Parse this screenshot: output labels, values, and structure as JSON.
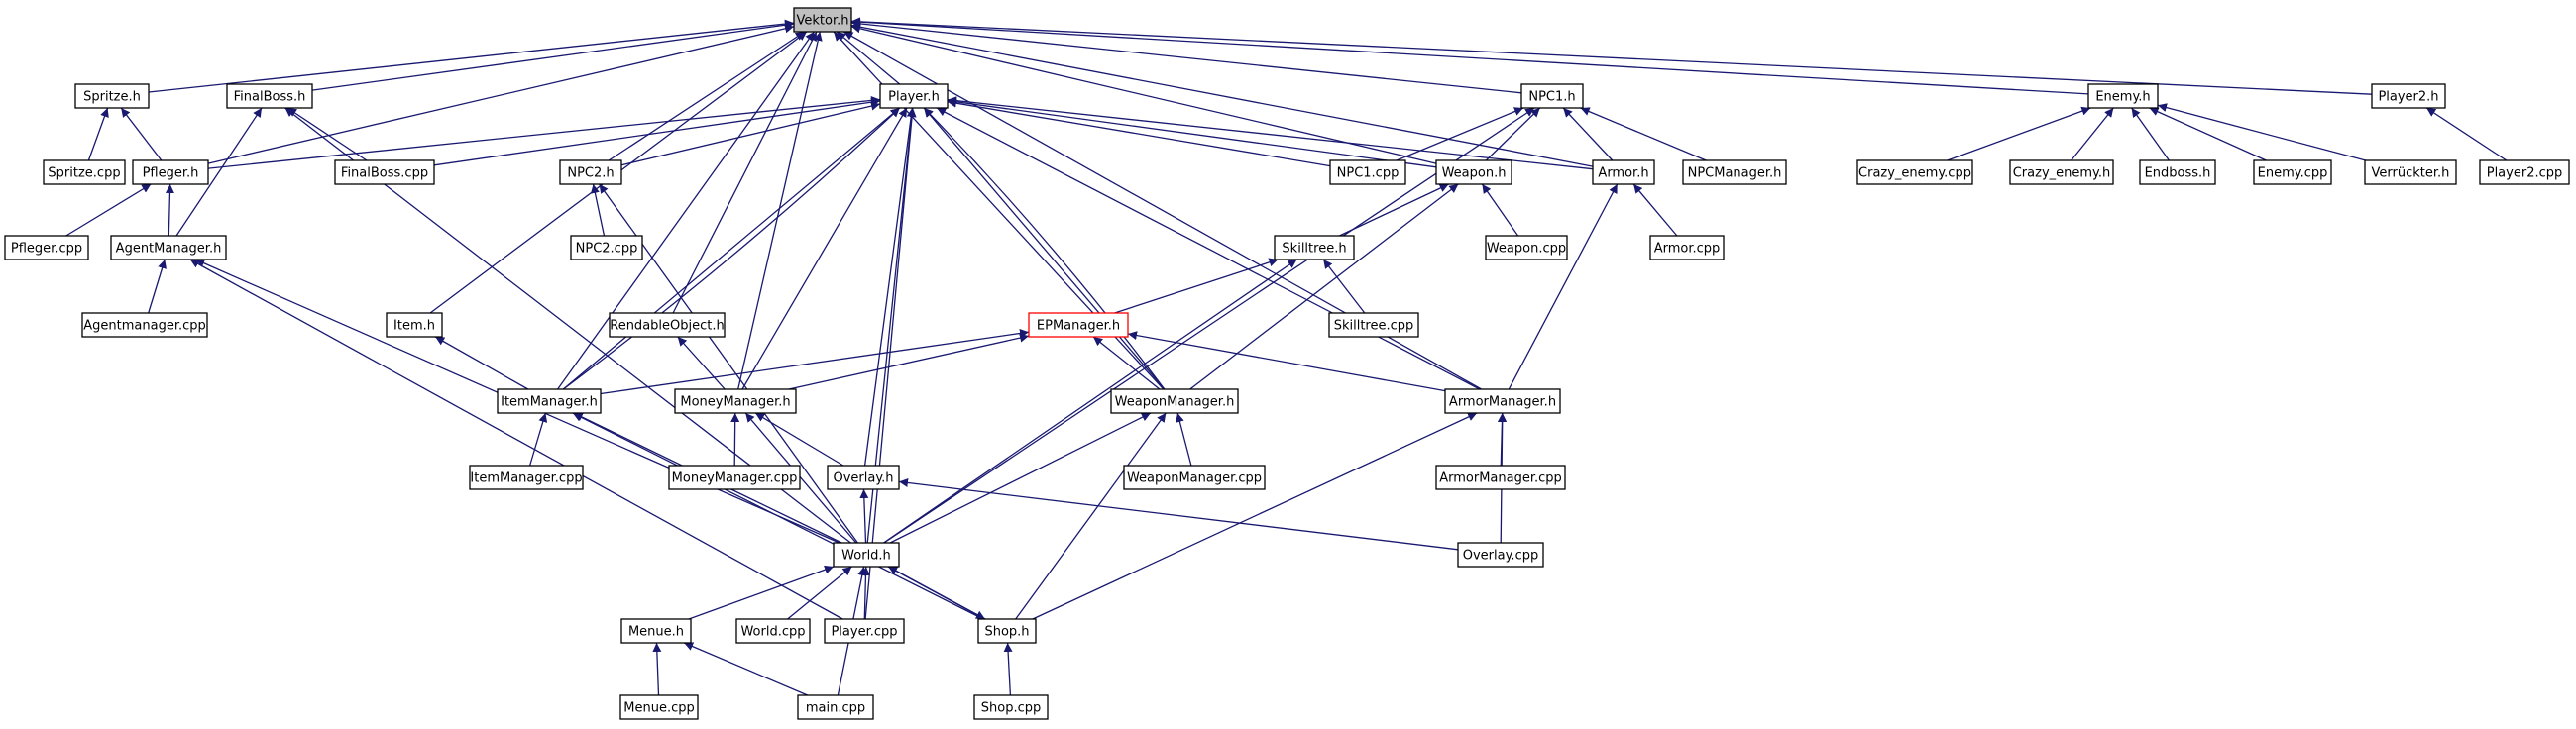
{
  "diagram": {
    "colors": {
      "edge": "#191970",
      "node_border": "#000000",
      "current_fill": "#bfbfbf",
      "highlight_border": "#ff0000"
    },
    "nodes": [
      {
        "id": "vektor_h",
        "label": "Vektor.h",
        "current": true
      },
      {
        "id": "spritze_h",
        "label": "Spritze.h"
      },
      {
        "id": "finalboss_h",
        "label": "FinalBoss.h"
      },
      {
        "id": "player_h",
        "label": "Player.h"
      },
      {
        "id": "npc1_h",
        "label": "NPC1.h"
      },
      {
        "id": "enemy_h",
        "label": "Enemy.h"
      },
      {
        "id": "player2_h",
        "label": "Player2.h"
      },
      {
        "id": "spritze_cpp",
        "label": "Spritze.cpp"
      },
      {
        "id": "pfleger_h",
        "label": "Pfleger.h"
      },
      {
        "id": "finalboss_cpp",
        "label": "FinalBoss.cpp"
      },
      {
        "id": "npc2_h",
        "label": "NPC2.h"
      },
      {
        "id": "npc1_cpp",
        "label": "NPC1.cpp"
      },
      {
        "id": "weapon_h",
        "label": "Weapon.h"
      },
      {
        "id": "armor_h",
        "label": "Armor.h"
      },
      {
        "id": "npcmanager_h",
        "label": "NPCManager.h"
      },
      {
        "id": "crazy_enemy_cpp",
        "label": "Crazy_enemy.cpp"
      },
      {
        "id": "crazy_enemy_h",
        "label": "Crazy_enemy.h"
      },
      {
        "id": "endboss_h",
        "label": "Endboss.h"
      },
      {
        "id": "enemy_cpp",
        "label": "Enemy.cpp"
      },
      {
        "id": "verrueckter_h",
        "label": "Verrückter.h"
      },
      {
        "id": "player2_cpp",
        "label": "Player2.cpp"
      },
      {
        "id": "pfleger_cpp",
        "label": "Pfleger.cpp"
      },
      {
        "id": "agentmanager_h",
        "label": "AgentManager.h"
      },
      {
        "id": "npc2_cpp",
        "label": "NPC2.cpp"
      },
      {
        "id": "skilltree_h",
        "label": "Skilltree.h"
      },
      {
        "id": "weapon_cpp",
        "label": "Weapon.cpp"
      },
      {
        "id": "armor_cpp",
        "label": "Armor.cpp"
      },
      {
        "id": "agentmanager_cpp",
        "label": "Agentmanager.cpp"
      },
      {
        "id": "item_h",
        "label": "Item.h"
      },
      {
        "id": "rendableobject_h",
        "label": "RendableObject.h"
      },
      {
        "id": "epmanager_h",
        "label": "EPManager.h",
        "highlight": true
      },
      {
        "id": "skilltree_cpp",
        "label": "Skilltree.cpp"
      },
      {
        "id": "itemmanager_h",
        "label": "ItemManager.h"
      },
      {
        "id": "moneymanager_h",
        "label": "MoneyManager.h"
      },
      {
        "id": "weaponmanager_h",
        "label": "WeaponManager.h"
      },
      {
        "id": "armormanager_h",
        "label": "ArmorManager.h"
      },
      {
        "id": "itemmanager_cpp",
        "label": "ItemManager.cpp"
      },
      {
        "id": "moneymanager_cpp",
        "label": "MoneyManager.cpp"
      },
      {
        "id": "overlay_h",
        "label": "Overlay.h"
      },
      {
        "id": "weaponmanager_cpp",
        "label": "WeaponManager.cpp"
      },
      {
        "id": "armormanager_cpp",
        "label": "ArmorManager.cpp"
      },
      {
        "id": "overlay_cpp",
        "label": "Overlay.cpp"
      },
      {
        "id": "world_h",
        "label": "World.h"
      },
      {
        "id": "menue_h",
        "label": "Menue.h"
      },
      {
        "id": "world_cpp",
        "label": "World.cpp"
      },
      {
        "id": "player_cpp",
        "label": "Player.cpp"
      },
      {
        "id": "shop_h",
        "label": "Shop.h"
      },
      {
        "id": "menue_cpp",
        "label": "Menue.cpp"
      },
      {
        "id": "main_cpp",
        "label": "main.cpp"
      },
      {
        "id": "shop_cpp",
        "label": "Shop.cpp"
      }
    ],
    "edges": [
      [
        "spritze_h",
        "vektor_h"
      ],
      [
        "finalboss_h",
        "vektor_h"
      ],
      [
        "pfleger_h",
        "vektor_h"
      ],
      [
        "player_h",
        "vektor_h"
      ],
      [
        "npc2_h",
        "vektor_h"
      ],
      [
        "item_h",
        "vektor_h"
      ],
      [
        "itemmanager_h",
        "vektor_h"
      ],
      [
        "moneymanager_h",
        "vektor_h"
      ],
      [
        "rendableobject_h",
        "vektor_h"
      ],
      [
        "weaponmanager_h",
        "vektor_h"
      ],
      [
        "npc1_h",
        "vektor_h"
      ],
      [
        "weapon_h",
        "vektor_h"
      ],
      [
        "armor_h",
        "vektor_h"
      ],
      [
        "armormanager_h",
        "vektor_h"
      ],
      [
        "enemy_h",
        "vektor_h"
      ],
      [
        "player2_h",
        "vektor_h"
      ],
      [
        "spritze_cpp",
        "spritze_h"
      ],
      [
        "pfleger_h",
        "spritze_h"
      ],
      [
        "finalboss_cpp",
        "finalboss_h"
      ],
      [
        "agentmanager_h",
        "finalboss_h"
      ],
      [
        "world_h",
        "finalboss_h"
      ],
      [
        "pfleger_h",
        "player_h"
      ],
      [
        "finalboss_cpp",
        "player_h"
      ],
      [
        "npc2_h",
        "player_h"
      ],
      [
        "npc1_cpp",
        "player_h"
      ],
      [
        "weapon_h",
        "player_h"
      ],
      [
        "armor_h",
        "player_h"
      ],
      [
        "itemmanager_h",
        "player_h"
      ],
      [
        "itemmanager_h",
        "player_h"
      ],
      [
        "moneymanager_h",
        "player_h"
      ],
      [
        "overlay_h",
        "player_h"
      ],
      [
        "world_h",
        "player_h"
      ],
      [
        "player_cpp",
        "player_h"
      ],
      [
        "weaponmanager_h",
        "player_h"
      ],
      [
        "weaponmanager_h",
        "player_h"
      ],
      [
        "armormanager_h",
        "player_h"
      ],
      [
        "npc1_cpp",
        "npc1_h"
      ],
      [
        "weapon_h",
        "npc1_h"
      ],
      [
        "armor_h",
        "npc1_h"
      ],
      [
        "npcmanager_h",
        "npc1_h"
      ],
      [
        "world_h",
        "npc1_h"
      ],
      [
        "crazy_enemy_cpp",
        "enemy_h"
      ],
      [
        "crazy_enemy_h",
        "enemy_h"
      ],
      [
        "endboss_h",
        "enemy_h"
      ],
      [
        "enemy_cpp",
        "enemy_h"
      ],
      [
        "verrueckter_h",
        "enemy_h"
      ],
      [
        "player2_cpp",
        "player2_h"
      ],
      [
        "pfleger_cpp",
        "pfleger_h"
      ],
      [
        "agentmanager_h",
        "pfleger_h"
      ],
      [
        "npc2_cpp",
        "npc2_h"
      ],
      [
        "world_h",
        "npc2_h"
      ],
      [
        "skilltree_h",
        "weapon_h"
      ],
      [
        "weapon_cpp",
        "weapon_h"
      ],
      [
        "weaponmanager_h",
        "weapon_h"
      ],
      [
        "armor_cpp",
        "armor_h"
      ],
      [
        "armormanager_h",
        "armor_h"
      ],
      [
        "agentmanager_cpp",
        "agentmanager_h"
      ],
      [
        "world_h",
        "agentmanager_h"
      ],
      [
        "player_cpp",
        "agentmanager_h"
      ],
      [
        "epmanager_h",
        "skilltree_h"
      ],
      [
        "skilltree_cpp",
        "skilltree_h"
      ],
      [
        "world_h",
        "skilltree_h"
      ],
      [
        "itemmanager_h",
        "item_h"
      ],
      [
        "moneymanager_h",
        "rendableobject_h"
      ],
      [
        "itemmanager_h",
        "epmanager_h"
      ],
      [
        "moneymanager_h",
        "epmanager_h"
      ],
      [
        "weaponmanager_h",
        "epmanager_h"
      ],
      [
        "armormanager_h",
        "epmanager_h"
      ],
      [
        "itemmanager_cpp",
        "itemmanager_h"
      ],
      [
        "world_h",
        "itemmanager_h"
      ],
      [
        "shop_h",
        "itemmanager_h"
      ],
      [
        "moneymanager_cpp",
        "moneymanager_h"
      ],
      [
        "overlay_h",
        "moneymanager_h"
      ],
      [
        "world_h",
        "moneymanager_h"
      ],
      [
        "weaponmanager_cpp",
        "weaponmanager_h"
      ],
      [
        "world_h",
        "weaponmanager_h"
      ],
      [
        "shop_h",
        "weaponmanager_h"
      ],
      [
        "armormanager_cpp",
        "armormanager_h"
      ],
      [
        "overlay_cpp",
        "armormanager_h"
      ],
      [
        "shop_h",
        "armormanager_h"
      ],
      [
        "world_h",
        "overlay_h"
      ],
      [
        "overlay_cpp",
        "overlay_h"
      ],
      [
        "menue_h",
        "world_h"
      ],
      [
        "world_cpp",
        "world_h"
      ],
      [
        "player_cpp",
        "world_h"
      ],
      [
        "shop_h",
        "world_h"
      ],
      [
        "main_cpp",
        "world_h"
      ],
      [
        "world_h",
        "shop_h"
      ],
      [
        "shop_cpp",
        "shop_h"
      ],
      [
        "menue_cpp",
        "menue_h"
      ],
      [
        "main_cpp",
        "menue_h"
      ]
    ]
  }
}
